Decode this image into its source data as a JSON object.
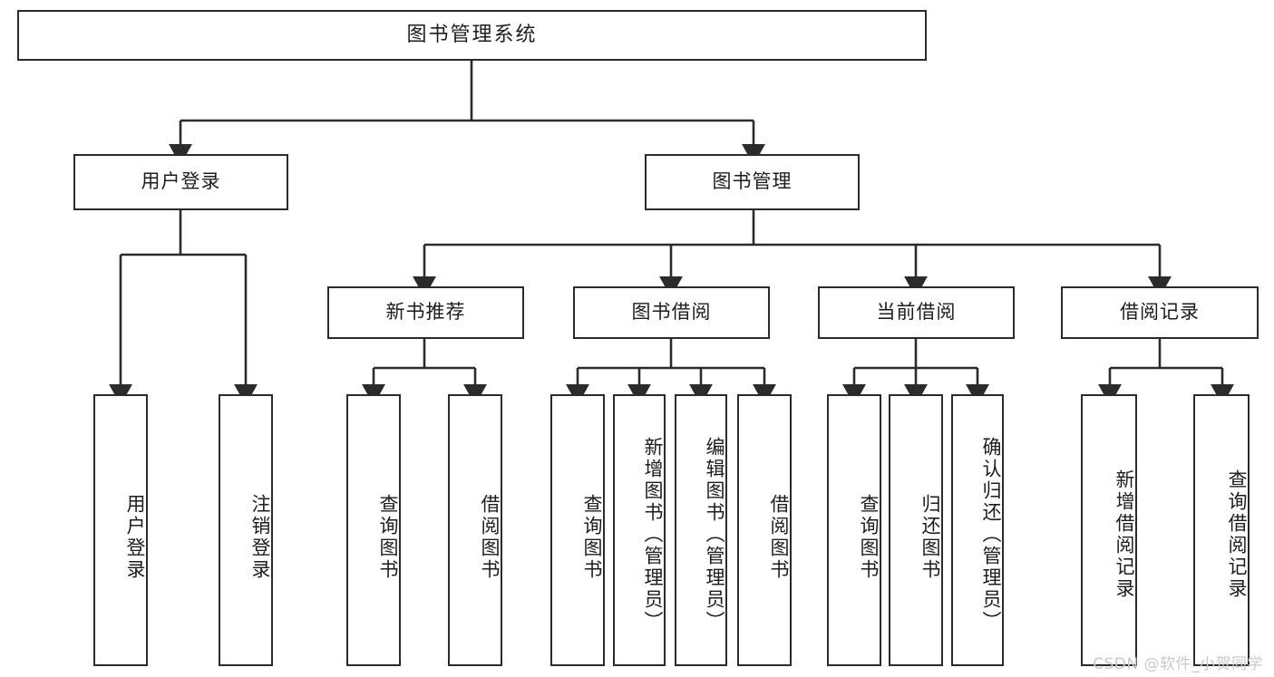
{
  "diagram": {
    "title": "图书管理系统",
    "type": "tree",
    "watermark": "CSDN @软件_小贺同学",
    "colors": {
      "box_border": "#2b2b2b",
      "box_fill": "#ffffff",
      "line": "#2b2b2b",
      "text": "#1d1d1d",
      "watermark": "#c9c9c9",
      "background": "#ffffff"
    },
    "levels": {
      "level1": [
        "图书管理系统"
      ],
      "level2": [
        "用户登录",
        "图书管理"
      ],
      "level3": [
        "新书推荐",
        "图书借阅",
        "当前借阅",
        "借阅记录"
      ],
      "level4": [
        "用户登录",
        "注销登录",
        "查询图书",
        "借阅图书",
        "查询图书",
        "新增图书（管理员）",
        "编辑图书（管理员）",
        "借阅图书",
        "查询图书",
        "归还图书",
        "确认归还（管理员）",
        "新增借阅记录",
        "查询借阅记录"
      ]
    },
    "nodes": {
      "root": {
        "label": "图书管理系统"
      },
      "user_login": {
        "label": "用户登录"
      },
      "book_manage": {
        "label": "图书管理"
      },
      "new_book_rec": {
        "label": "新书推荐"
      },
      "book_borrow": {
        "label": "图书借阅"
      },
      "current_borrow": {
        "label": "当前借阅"
      },
      "borrow_record": {
        "label": "借阅记录"
      },
      "leaf_user_login": {
        "label": "用户登录"
      },
      "leaf_logout": {
        "label": "注销登录"
      },
      "leaf_query_book_a": {
        "label": "查询图书"
      },
      "leaf_borrow_book_a": {
        "label": "借阅图书"
      },
      "leaf_query_book_b": {
        "label": "查询图书"
      },
      "leaf_add_book": {
        "label": "新增图书（管理员）"
      },
      "leaf_edit_book": {
        "label": "编辑图书（管理员）"
      },
      "leaf_borrow_book_b": {
        "label": "借阅图书"
      },
      "leaf_query_book_c": {
        "label": "查询图书"
      },
      "leaf_return_book": {
        "label": "归还图书"
      },
      "leaf_confirm_return": {
        "label": "确认归还（管理员）"
      },
      "leaf_add_record": {
        "label": "新增借阅记录"
      },
      "leaf_query_record": {
        "label": "查询借阅记录"
      }
    }
  }
}
